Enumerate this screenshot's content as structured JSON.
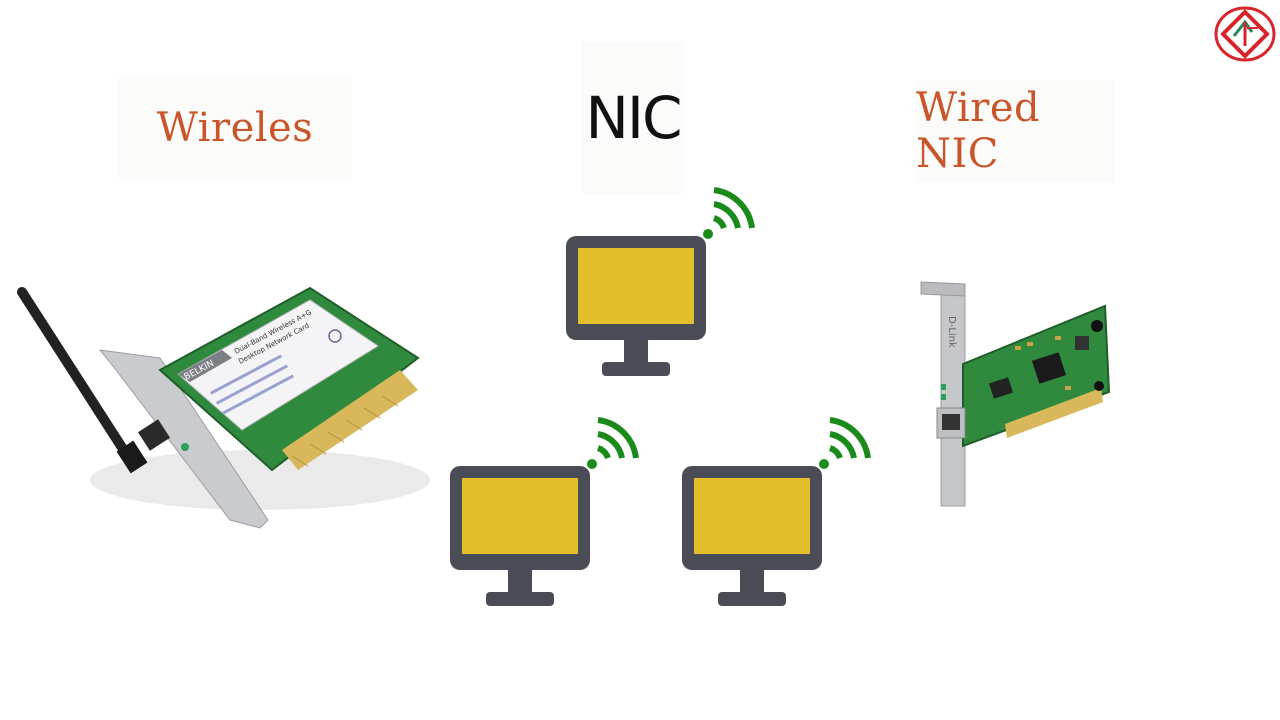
{
  "labels": {
    "wireless": "Wireles",
    "title": "NIC",
    "wired": "Wired NIC"
  },
  "wireless_card": {
    "brand": "BELKIN",
    "line1": "Dual-Band Wireless A+G",
    "line2": "Desktop Network Card"
  },
  "wired_card": {
    "brand": "D-Link"
  },
  "colors": {
    "label_text": "#c9552a",
    "title_text": "#111111",
    "monitor_frame": "#4a4d55",
    "monitor_screen": "#e4bf2c",
    "wifi": "#1a8a1a",
    "pcb": "#2f8a3e",
    "logo": "#d8242a"
  },
  "icons": [
    "wifi-signal-icon",
    "monitor-icon",
    "logo-icon"
  ]
}
